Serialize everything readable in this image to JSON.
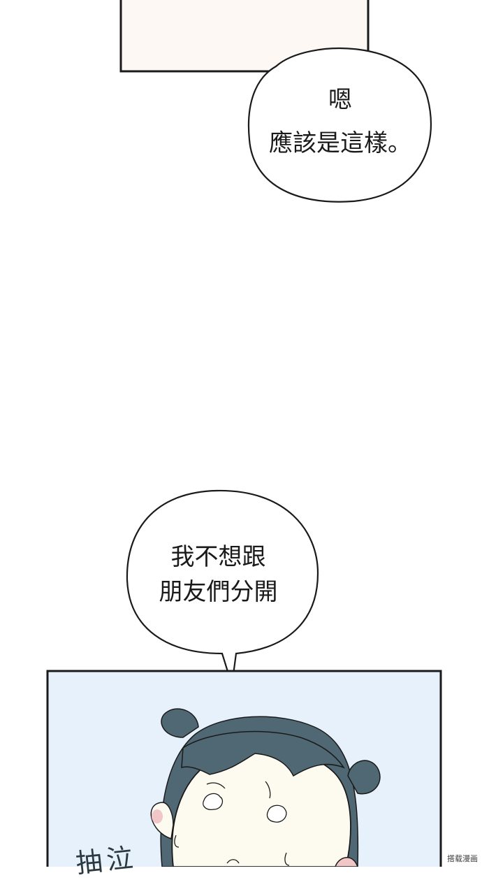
{
  "colors": {
    "background": "#ffffff",
    "top_panel_fill": "#fdf8f3",
    "bottom_panel_fill": "#e7f1fb",
    "hair": "#4f6873",
    "skin": "#fdfbf0",
    "blush": "#f1c6c6",
    "ink": "#1a1a1a"
  },
  "bubble_top": {
    "lines": [
      "嗯",
      "應該是這樣。"
    ]
  },
  "bubble_middle": {
    "lines": [
      "我不想跟",
      "朋友們分開"
    ]
  },
  "sound_effect": "抽泣",
  "watermark": "搭载漫画"
}
